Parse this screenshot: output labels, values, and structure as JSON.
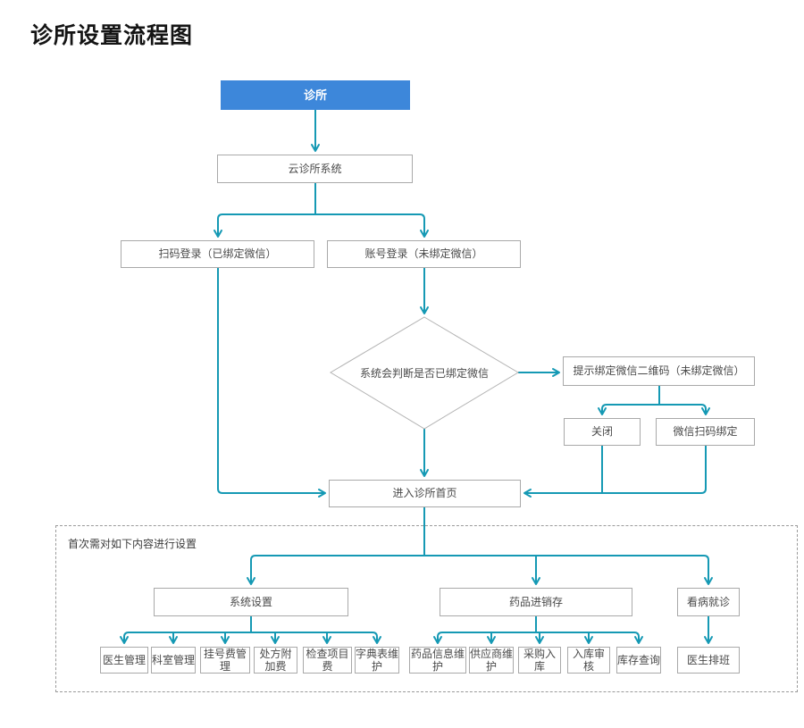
{
  "title": "诊所设置流程图",
  "colors": {
    "accent_blue": "#3d87da",
    "connector_teal": "#1599b4",
    "box_border_gray": "#a9a9a9"
  },
  "nodes": {
    "clinic": "诊所",
    "cloud_system": "云诊所系统",
    "scan_login": "扫码登录（已绑定微信）",
    "account_login": "账号登录（未绑定微信）",
    "judge_wechat": "系统会判断是否已绑定微信",
    "prompt_qr": "提示绑定微信二维码（未绑定微信）",
    "close": "关闭",
    "wechat_scan_bind": "微信扫码绑定",
    "enter_homepage": "进入诊所首页",
    "setup_note": "首次需对如下内容进行设置",
    "system_settings": "系统设置",
    "drug_inventory": "药品进销存",
    "medical_visit": "看病就诊",
    "system_children": [
      "医生管理",
      "科室管理",
      "挂号费管理",
      "处方附加费",
      "检查项目费",
      "字典表维护"
    ],
    "drug_children": [
      "药品信息维护",
      "供应商维护",
      "采购入库",
      "入库审核",
      "库存查询"
    ],
    "visit_children": [
      "医生排班"
    ]
  },
  "edges": [
    "诊所 → 云诊所系统",
    "云诊所系统 → 扫码登录（已绑定微信）",
    "云诊所系统 → 账号登录（未绑定微信）",
    "账号登录（未绑定微信） → 系统会判断是否已绑定微信",
    "系统会判断是否已绑定微信 → 提示绑定微信二维码（未绑定微信）",
    "提示绑定微信二维码（未绑定微信） → 关闭",
    "提示绑定微信二维码（未绑定微信） → 微信扫码绑定",
    "关闭 → 进入诊所首页",
    "微信扫码绑定 → 进入诊所首页",
    "系统会判断是否已绑定微信 → 进入诊所首页",
    "扫码登录（已绑定微信） → 进入诊所首页",
    "进入诊所首页 → 系统设置",
    "进入诊所首页 → 药品进销存",
    "进入诊所首页 → 看病就诊",
    "系统设置 → 医生管理/科室管理/挂号费管理/处方附加费/检查项目费/字典表维护",
    "药品进销存 → 药品信息维护/供应商维护/采购入库/入库审核/库存查询",
    "看病就诊 → 医生排班"
  ]
}
